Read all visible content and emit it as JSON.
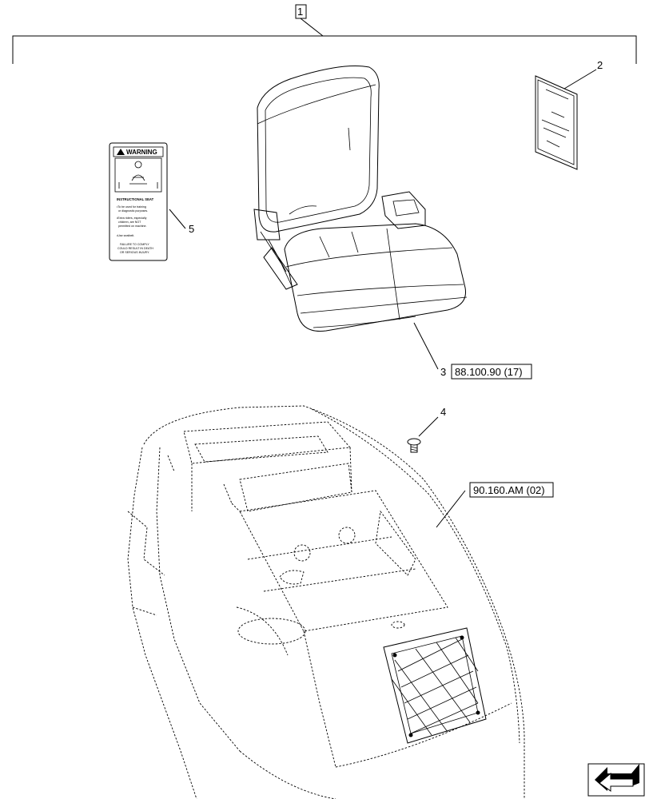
{
  "callouts": {
    "item_1": "1",
    "item_2": "2",
    "item_3": "3",
    "item_4": "4",
    "item_5": "5",
    "ref_seat": "88.100.90 (17)",
    "ref_cab": "90.160.AM (02)"
  },
  "warning_decal": {
    "header": "WARNING",
    "title": "INSTRUCTIONAL SEAT",
    "line1": "•To be used for training",
    "line2": "or diagnostic purposes.",
    "line3": "•Extra riders, especially",
    "line4": "children, are NOT",
    "line5": "permitted on machine.",
    "line6": "•Use seatbelt.",
    "line7": "FAILURE TO COMPLY",
    "line8": "COULD RESULT IN DEATH",
    "line9": "OR SERIOUS INJURY."
  },
  "manual": {
    "cover_line1": "",
    "cover_line2": ""
  }
}
